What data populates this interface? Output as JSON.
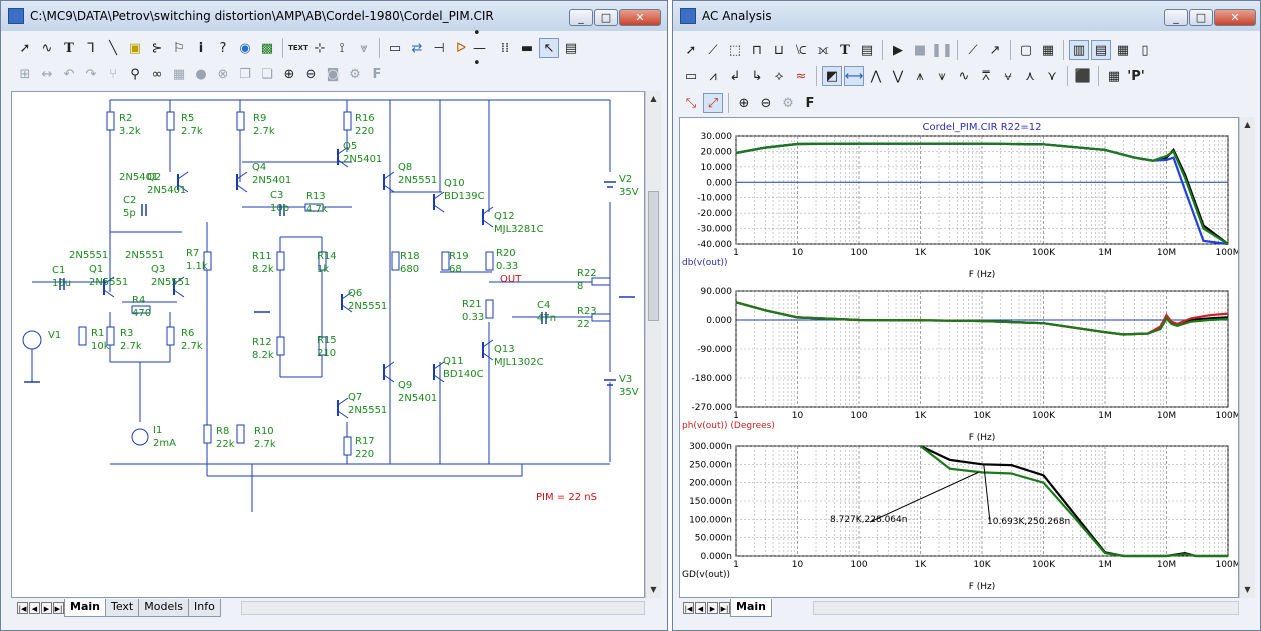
{
  "left_window": {
    "title": "C:\\MC9\\DATA\\Petrov\\switching distortion\\AMP\\AB\\Cordel-1980\\Cordel_PIM.CIR",
    "toolbar1": [
      "select-arrow",
      "wire",
      "text",
      "wire-bend",
      "diagonal-line",
      "info",
      "component",
      "flag",
      "info-mark",
      "help-mark",
      "node",
      "probe",
      "TEXT",
      "grid-snap",
      "pin",
      "sample",
      "info2",
      "swap",
      "measure",
      "gate",
      "line",
      "dots",
      "dropdown",
      "cursor",
      "mode"
    ],
    "toolbar2": [
      "align",
      "center",
      "undo",
      "redo",
      "branch",
      "find",
      "binoculars",
      "properties",
      "stop",
      "abort",
      "copy",
      "paste",
      "zoom-in",
      "zoom-out",
      "camera",
      "gear",
      "F"
    ],
    "tabs": [
      "Main",
      "Text",
      "Models",
      "Info"
    ],
    "active_tab": "Main",
    "schematic": {
      "components": [
        {
          "ref": "R2",
          "val": "3.2k"
        },
        {
          "ref": "R5",
          "val": "2.7k"
        },
        {
          "ref": "R9",
          "val": "2.7k"
        },
        {
          "ref": "R16",
          "val": "220"
        },
        {
          "ref": "Q5",
          "val": "2N5401"
        },
        {
          "ref": "Q8",
          "val": "2N5551"
        },
        {
          "ref": "Q10",
          "val": "BD139C"
        },
        {
          "ref": "Q12",
          "val": "MJL3281C"
        },
        {
          "ref": "Q2",
          "val": "2N5401"
        },
        {
          "ref": "Q4",
          "val": "2N5401"
        },
        {
          "ref": "C2",
          "val": "5p"
        },
        {
          "ref": "C3",
          "val": "10p"
        },
        {
          "ref": "R13",
          "val": "4.7k"
        },
        {
          "ref": "V2",
          "val": "35V"
        },
        {
          "ref": "Q1",
          "val": "2N5551"
        },
        {
          "ref": "Q3",
          "val": "2N5551"
        },
        {
          "ref": "R7",
          "val": "1.1k"
        },
        {
          "ref": "R11",
          "val": "8.2k"
        },
        {
          "ref": "R14",
          "val": "1k"
        },
        {
          "ref": "R18",
          "val": "680"
        },
        {
          "ref": "R19",
          "val": "68"
        },
        {
          "ref": "R20",
          "val": "0.33"
        },
        {
          "ref": "C1",
          "val": "10u"
        },
        {
          "ref": "R4",
          "val": "470"
        },
        {
          "ref": "Q6",
          "val": "2N5551"
        },
        {
          "ref": "R22",
          "val": "8"
        },
        {
          "ref": "R21",
          "val": "0.33"
        },
        {
          "ref": "C4",
          "val": "47n"
        },
        {
          "ref": "R23",
          "val": "22"
        },
        {
          "ref": "V1",
          "val": ""
        },
        {
          "ref": "R1",
          "val": "10k"
        },
        {
          "ref": "R3",
          "val": "2.7k"
        },
        {
          "ref": "R6",
          "val": "2.7k"
        },
        {
          "ref": "R12",
          "val": "8.2k"
        },
        {
          "ref": "R15",
          "val": "210"
        },
        {
          "ref": "Q13",
          "val": "MJL1302C"
        },
        {
          "ref": "Q11",
          "val": "BD140C"
        },
        {
          "ref": "Q9",
          "val": "2N5401"
        },
        {
          "ref": "V3",
          "val": "35V"
        },
        {
          "ref": "Q7",
          "val": "2N5551"
        },
        {
          "ref": "I1",
          "val": "2mA"
        },
        {
          "ref": "R8",
          "val": "22k"
        },
        {
          "ref": "R10",
          "val": "2.7k"
        },
        {
          "ref": "R17",
          "val": "220"
        }
      ],
      "out_label": "OUT",
      "note": "PIM = 22 nS"
    }
  },
  "right_window": {
    "title": "AC Analysis",
    "tabs": [
      "Main"
    ],
    "plot_title": "Cordel_PIM.CIR R22=12",
    "x_ticks": [
      "1",
      "10",
      "100",
      "1K",
      "10K",
      "100K",
      "1M",
      "10M",
      "100M"
    ],
    "x_label": "F (Hz)",
    "plots": [
      {
        "y_label": "db(v(out))",
        "y_ticks": [
          "30.000",
          "20.000",
          "10.000",
          "0.000",
          "-10.000",
          "-20.000",
          "-30.000",
          "-40.000"
        ]
      },
      {
        "y_label": "ph(v(out)) (Degrees)",
        "y_ticks": [
          "90.000",
          "0.000",
          "-90.000",
          "-180.000",
          "-270.000"
        ]
      },
      {
        "y_label": "GD(v(out))",
        "y_ticks": [
          "300.000n",
          "250.000n",
          "200.000n",
          "150.000n",
          "100.000n",
          "50.000n",
          "0.000n"
        ]
      }
    ],
    "cursor_labels": [
      "8.727K,228.064n",
      "10.693K,250.268n"
    ],
    "colors": {
      "plot_title": "#2b2bb8",
      "black_trace": "#000000",
      "blue_trace": "#2040e0",
      "red_trace": "#d02020",
      "green_trace": "#1a7a1a",
      "schematic_green": "#1c8a1c",
      "wire_blue": "#1a3bb8",
      "note_red": "#d01010"
    }
  },
  "chart_data": [
    {
      "type": "line",
      "title": "Cordel_PIM.CIR R22=12",
      "xlabel": "F (Hz)",
      "ylabel": "db(v(out))",
      "xscale": "log",
      "xlim": [
        1,
        100000000
      ],
      "ylim": [
        -40,
        30
      ],
      "x": [
        1,
        3,
        10,
        100,
        1000,
        10000,
        100000,
        1000000,
        3000000,
        6000000,
        10000000,
        13000000,
        20000000,
        40000000,
        100000000
      ],
      "series": [
        {
          "name": "black",
          "values": [
            19,
            22.5,
            24.8,
            25,
            25,
            25,
            24.6,
            21,
            16,
            14,
            16,
            21,
            5,
            -28,
            -40
          ]
        },
        {
          "name": "blue",
          "values": [
            19,
            22.5,
            24.8,
            25,
            25,
            25,
            24.6,
            21,
            16,
            14,
            14.5,
            16,
            -5,
            -38,
            -40
          ]
        },
        {
          "name": "green",
          "values": [
            19,
            22.5,
            24.8,
            25,
            25,
            25,
            24.6,
            21,
            16,
            14,
            17,
            20,
            3,
            -30,
            -40
          ]
        }
      ]
    },
    {
      "type": "line",
      "title": "",
      "xlabel": "F (Hz)",
      "ylabel": "ph(v(out)) (Degrees)",
      "xscale": "log",
      "xlim": [
        1,
        100000000
      ],
      "ylim": [
        -270,
        90
      ],
      "x": [
        1,
        3,
        10,
        100,
        1000,
        10000,
        100000,
        1000000,
        2000000,
        5000000,
        8000000,
        10000000,
        12000000,
        15000000,
        25000000,
        50000000,
        100000000
      ],
      "series": [
        {
          "name": "black",
          "values": [
            55,
            30,
            8,
            0,
            -1,
            -3,
            -10,
            -38,
            -45,
            -42,
            -25,
            10,
            -10,
            -15,
            0,
            5,
            8
          ]
        },
        {
          "name": "red",
          "values": [
            55,
            30,
            8,
            0,
            -1,
            -3,
            -10,
            -38,
            -45,
            -42,
            -20,
            15,
            -5,
            -12,
            5,
            15,
            20
          ]
        },
        {
          "name": "green",
          "values": [
            55,
            30,
            8,
            0,
            -1,
            -3,
            -10,
            -38,
            -45,
            -42,
            -28,
            5,
            -12,
            -18,
            -5,
            0,
            3
          ]
        }
      ]
    },
    {
      "type": "line",
      "title": "",
      "xlabel": "F (Hz)",
      "ylabel": "GD(v(out))",
      "xscale": "log",
      "xlim": [
        1,
        100000000
      ],
      "ylim": [
        0,
        300
      ],
      "x": [
        1000,
        3000,
        10000,
        30000,
        100000,
        300000,
        1000000,
        2000000,
        5000000,
        10000000,
        20000000,
        30000000,
        100000000
      ],
      "series": [
        {
          "name": "black",
          "values": [
            300,
            262,
            250,
            248,
            220,
            120,
            10,
            0,
            0,
            0,
            8,
            0,
            0
          ]
        },
        {
          "name": "green",
          "values": [
            300,
            238,
            228,
            225,
            200,
            110,
            8,
            0,
            0,
            0,
            5,
            0,
            0
          ]
        }
      ]
    }
  ]
}
